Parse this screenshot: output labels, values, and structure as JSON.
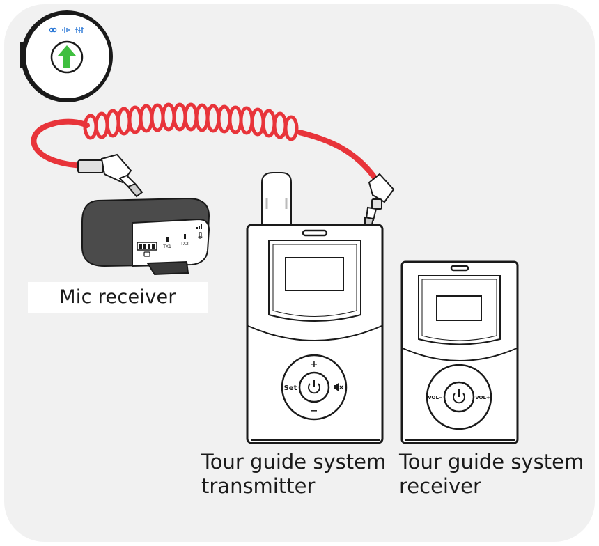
{
  "labels": {
    "mic_receiver": "Mic receiver",
    "transmitter_line1": "Tour guide system",
    "transmitter_line2": "transmitter",
    "receiver_line1": "Tour guide system",
    "receiver_line2": "receiver"
  },
  "transmitter_buttons": {
    "plus": "+",
    "minus": "−",
    "set": "Set"
  },
  "receiver_buttons": {
    "vol_minus": "VOL−",
    "vol_plus": "VOL+"
  },
  "mic_receiver_panel": {
    "tx1": "TX1",
    "tx2": "TX2"
  },
  "colors": {
    "background": "#f1f1f1",
    "cable": "#e8343a",
    "upload_arrow": "#3fbf3f",
    "icon_blue": "#2a78d6",
    "outline": "#1a1a1a"
  },
  "icons": [
    "upload-arrow-icon",
    "link-icon",
    "waveform-icon",
    "equalizer-icon",
    "power-icon",
    "mute-icon",
    "mic-icon",
    "signal-icon",
    "battery-icon"
  ]
}
